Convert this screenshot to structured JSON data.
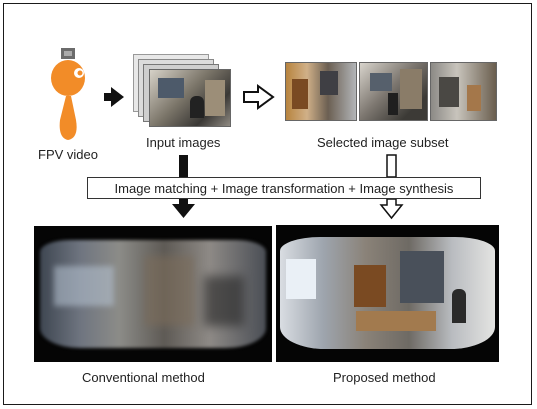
{
  "labels": {
    "fpv_video": "FPV video",
    "input_images": "Input images",
    "selected_subset": "Selected image subset",
    "process": "Image matching + Image transformation + Image synthesis",
    "conventional": "Conventional method",
    "proposed": "Proposed method"
  },
  "colors": {
    "camera_person": "#f28c28",
    "arrow": "#111111",
    "frame_border": "#1a1a1a"
  },
  "icons": {
    "camera_person": "person-with-camera-icon",
    "filled_arrow": "solid-arrow-right",
    "hollow_arrow": "hollow-arrow-right"
  }
}
